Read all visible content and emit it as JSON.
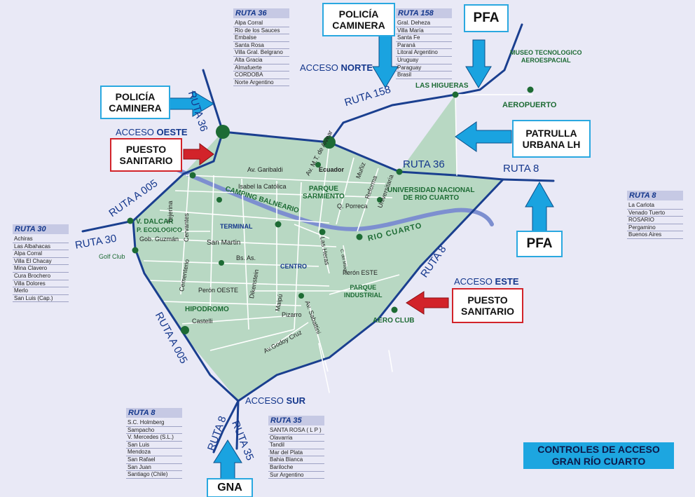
{
  "colors": {
    "land": "#b8d8c3",
    "road": "#1a3f8f",
    "river": "#7d8fd0",
    "arrow_blue": "#1aa3e0",
    "arrow_red": "#d2232a",
    "place": "#1d6b34"
  },
  "roads": {
    "ruta36_nw": "RUTA 36",
    "ruta36_e": "RUTA 36",
    "ruta158": "RUTA 158",
    "ruta8_e": "RUTA 8",
    "ruta_a005_w": "RUTA A 005",
    "ruta30": "RUTA 30",
    "ruta8_se": "RUTA 8",
    "ruta_a005_s": "RUTA A 005",
    "ruta8_s": "RUTA 8",
    "ruta35": "RUTA 35"
  },
  "accesses": {
    "oeste": {
      "word": "ACCESO",
      "dir": "OESTE"
    },
    "norte": {
      "word": "ACCESO",
      "dir": "NORTE"
    },
    "este": {
      "word": "ACCESO",
      "dir": "ESTE"
    },
    "sur": {
      "word": "ACCESO",
      "dir": "SUR"
    }
  },
  "controls": {
    "policia_top": {
      "line1": "POLICÍA",
      "line2": "CAMINERA"
    },
    "policia_left": {
      "line1": "POLICÍA",
      "line2": "CAMINERA"
    },
    "pfa_top": "PFA",
    "pfa_right": "PFA",
    "patrulla": {
      "line1": "PATRULLA",
      "line2": "URBANA LH"
    },
    "sanitario_west": {
      "line1": "PUESTO",
      "line2": "SANITARIO"
    },
    "sanitario_east": {
      "line1": "PUESTO",
      "line2": "SANITARIO"
    },
    "gna": "GNA"
  },
  "places": {
    "museo": {
      "line1": "MUSEO TECNOLOGICO",
      "line2": "AEROESPACIAL"
    },
    "las_higueras": "LAS HIGUERAS",
    "aeropuerto": "AEROPUERTO",
    "universidad": {
      "line1": "UNIVERSIDAD NACIONAL",
      "line2": "DE RIO CUARTO"
    },
    "parque_sarmiento": {
      "line1": "PARQUE",
      "line2": "SARMIENTO"
    },
    "camping": "CAMPING BALNEARIO",
    "terminal": "TERMINAL",
    "centro": "CENTRO",
    "v_dalcar": "V. DALCAR",
    "p_ecologico": "P. ECOLOGICO",
    "golf": "Golf Club",
    "hipodromo": "HIPODROMO",
    "parque_industrial": {
      "line1": "PARQUE",
      "line2": "INDUSTRIAL"
    },
    "aero_club": "AERO CLUB",
    "rio_cuarto": "RIO CUARTO"
  },
  "streets": {
    "garibaldi": "Av. Garibaldi",
    "alvear": "Av. M.T. de Alvear",
    "ecuador": "Ecuador",
    "muniz": "Muñiz",
    "isabel": "Isabel la Católica",
    "reforma": "Reforma",
    "universitaria": "Universitaria",
    "porreca": "Q. Porreca",
    "tejerina": "Tejerina",
    "cervantes": "Cervantes",
    "guzman": "Gob. Guzmán",
    "sanmartin": "San Martin",
    "bsas": "Bs. As.",
    "lasheras": "Las Heras",
    "delmilagro": "C. del Milagro",
    "cementerio": "Cementerio",
    "peron_oeste": "Perón OESTE",
    "peron_este": "Perón ESTE",
    "dikenstein": "Dikenstein",
    "maipu": "Maipú",
    "sabattini": "Av. Sabattini",
    "pizarro": "Pizarro",
    "castelli": "Castelli",
    "godoy": "Av.Godoy Cruz"
  },
  "route_lists": [
    {
      "key": "r36",
      "title": "RUTA 36",
      "items": [
        "Alpa Corral",
        "Rio de los Sauces",
        "Embalse",
        "Santa Rosa",
        "Villa Gral. Belgrano",
        "Alta Gracia",
        "Almafuerte",
        "CORDOBA",
        "Norte Argentino"
      ]
    },
    {
      "key": "r158",
      "title": "RUTA 158",
      "items": [
        "Gral. Deheza",
        "Villa María",
        "Santa Fe",
        "Paraná",
        "Litoral Argentino",
        "Uruguay",
        "Paraguay",
        "Brasil"
      ]
    },
    {
      "key": "r8e",
      "title": "RUTA 8",
      "items": [
        "La Carlota",
        "Venado Tuerto",
        "ROSARIO",
        "Pergamino",
        "Buenos Aires"
      ]
    },
    {
      "key": "r30",
      "title": "RUTA 30",
      "items": [
        "Achiras",
        "Las Albahacas",
        "Alpa Corral",
        "Villa El Chacay",
        "Mina Clavero",
        "Cura Brochero",
        "Villa Dolores",
        "Merlo",
        "San Luis (Cap.)"
      ]
    },
    {
      "key": "r8s",
      "title": "RUTA 8",
      "items": [
        "S.C. Holmberg",
        "Sampacho",
        "V. Mercedes (S.L.)",
        "San Luis",
        "Mendoza",
        "San Rafael",
        "San Juan",
        "Santiago (Chile)"
      ]
    },
    {
      "key": "r35",
      "title": "RUTA 35",
      "items": [
        "SANTA ROSA ( L P )",
        "Olavarria",
        "Tandil",
        "Mar del Plata",
        "Bahia Blanca",
        "Bariloche",
        "Sur Argentino"
      ]
    }
  ],
  "legend": {
    "line1": "CONTROLES DE ACCESO",
    "line2": "GRAN RÍO CUARTO"
  }
}
